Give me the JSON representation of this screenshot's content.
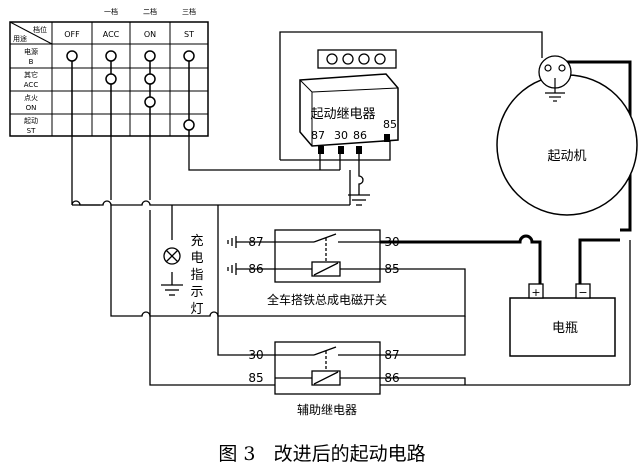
{
  "switch_table": {
    "corner_top": "档位",
    "corner_bottom": "用途",
    "col_group_labels": [
      "一档",
      "二档",
      "三档"
    ],
    "columns": [
      "OFF",
      "ACC",
      "ON",
      "ST"
    ],
    "rows": [
      {
        "name": "电源",
        "code": "B"
      },
      {
        "name": "其它",
        "code": "ACC"
      },
      {
        "name": "点火",
        "code": "ON"
      },
      {
        "name": "起动",
        "code": "ST"
      }
    ]
  },
  "starter_relay": {
    "label": "起动继电器",
    "terminals": [
      "87",
      "30",
      "86",
      "85"
    ]
  },
  "starter_motor": {
    "label": "起动机"
  },
  "battery": {
    "label": "电瓶",
    "positive": "+",
    "negative": "−"
  },
  "charge_lamp": {
    "label": "充电指示灯"
  },
  "main_switch": {
    "label": "全车搭铁总成电磁开关",
    "left_terminals": [
      "87",
      "86"
    ],
    "right_terminals": [
      "30",
      "85"
    ]
  },
  "aux_relay": {
    "label": "辅助继电器",
    "left_terminals": [
      "30",
      "85"
    ],
    "right_terminals": [
      "87",
      "86"
    ]
  },
  "caption": "图 3   改进后的起动电路"
}
